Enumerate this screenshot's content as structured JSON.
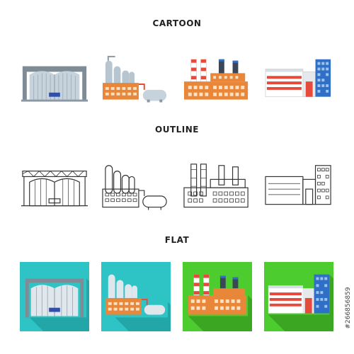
{
  "sections": {
    "cartoon": "CARTOON",
    "outline": "OUTLINE",
    "flat": "FLAT"
  },
  "stock_id": "#266856859",
  "icons": {
    "cartoon": [
      "silo-hangar-icon",
      "refinery-tanks-icon",
      "power-plant-icon",
      "warehouse-office-icon"
    ],
    "outline": [
      "silo-hangar-icon",
      "refinery-tanks-icon",
      "power-plant-icon",
      "warehouse-office-icon"
    ],
    "flat": [
      "silo-hangar-icon",
      "refinery-tanks-icon",
      "power-plant-icon",
      "warehouse-office-icon"
    ]
  },
  "colors": {
    "flat_cyan": "#2ec4c6",
    "flat_green": "#4ccc2e",
    "brick": "#e8873a",
    "chimney_red": "#e64a3b",
    "steel_gray": "#a6b3bd",
    "blue_tower": "#2f6fc6"
  }
}
